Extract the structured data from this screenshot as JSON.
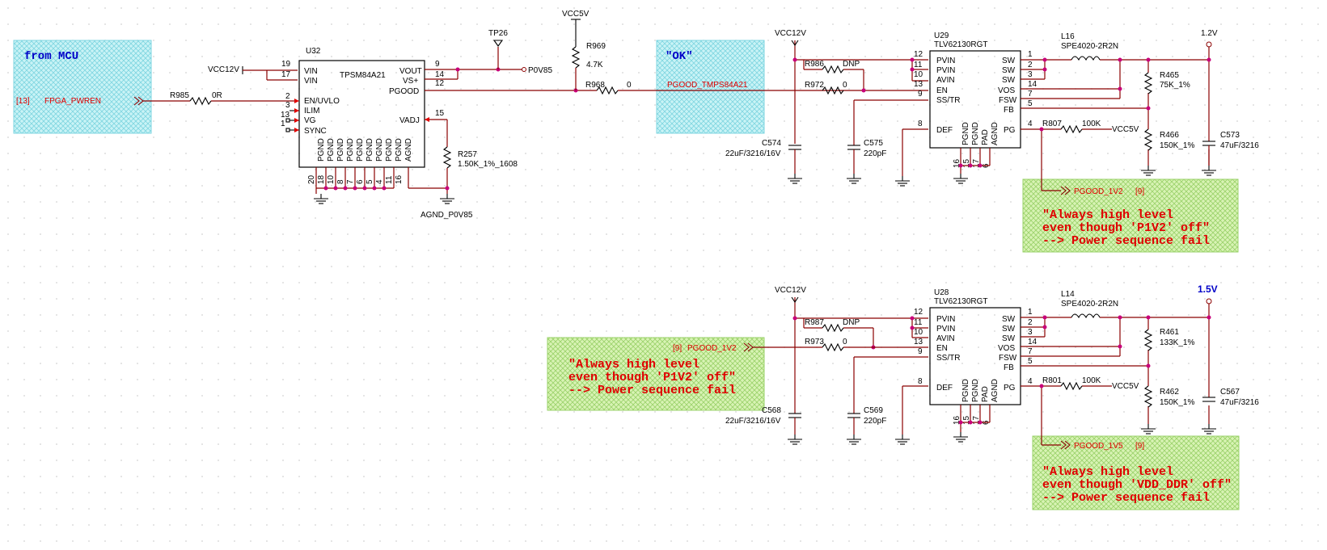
{
  "annotations": {
    "mcu": "from MCU",
    "ok": "\"OK\"",
    "fail_top": [
      "\"Always high level",
      "even though 'P1V2' off\"",
      "--> Power sequence fail"
    ],
    "fail_mid": [
      "\"Always high level",
      "even though 'P1V2' off\"",
      "--> Power sequence fail"
    ],
    "fail_bot": [
      "\"Always high level",
      "even though 'VDD_DDR' off\"",
      "--> Power sequence fail"
    ]
  },
  "nets": {
    "vcc12v": "VCC12V",
    "vcc5v": "VCC5V",
    "p0v85": "P0V85",
    "agnd_p0v85": "AGND_P0V85",
    "fpga_pwren": "FPGA_PWREN",
    "fpga_ref": "[13]",
    "pgood_tmps": "PGOOD_TMPS84A21",
    "pgood_1v2": "PGOOD_1V2",
    "pgood_1v5": "PGOOD_1V5",
    "sheet_ref": "[9]",
    "rail_1v2": "1.2V",
    "rail_1v5": "1.5V",
    "tp26": "TP26"
  },
  "u32": {
    "ref": "U32",
    "part": "TPSM84A21",
    "pins_left": [
      {
        "num": "19",
        "name": "VIN"
      },
      {
        "num": "17",
        "name": "VIN"
      },
      {
        "num": "2",
        "name": "EN/UVLO"
      },
      {
        "num": "3",
        "name": "ILIM"
      },
      {
        "num": "13",
        "name": "VG"
      },
      {
        "num": "1",
        "name": "SYNC"
      }
    ],
    "pins_right": [
      {
        "num": "9",
        "name": "VOUT"
      },
      {
        "num": "14",
        "name": "VS+"
      },
      {
        "num": "12",
        "name": "PGOOD"
      },
      {
        "num": "15",
        "name": "VADJ"
      }
    ],
    "pins_bottom": [
      {
        "num": "20",
        "name": ""
      },
      {
        "num": "18",
        "name": "PGND"
      },
      {
        "num": "10",
        "name": "PGND"
      },
      {
        "num": "8",
        "name": "PGND"
      },
      {
        "num": "7",
        "name": "PGND"
      },
      {
        "num": "6",
        "name": "PGND"
      },
      {
        "num": "5",
        "name": "PGND"
      },
      {
        "num": "4",
        "name": "PGND"
      },
      {
        "num": "11",
        "name": "PGND"
      },
      {
        "num": "16",
        "name": "AGND"
      }
    ]
  },
  "u29": {
    "ref": "U29",
    "part": "TLV62130RGT",
    "pins_left": [
      {
        "num": "12",
        "name": "PVIN"
      },
      {
        "num": "11",
        "name": "PVIN"
      },
      {
        "num": "10",
        "name": "AVIN"
      },
      {
        "num": "13",
        "name": "EN"
      },
      {
        "num": "9",
        "name": "SS/TR"
      },
      {
        "num": "8",
        "name": "DEF"
      }
    ],
    "pins_right": [
      {
        "num": "1",
        "name": "SW"
      },
      {
        "num": "2",
        "name": "SW"
      },
      {
        "num": "3",
        "name": "SW"
      },
      {
        "num": "14",
        "name": "VOS"
      },
      {
        "num": "7",
        "name": "FSW"
      },
      {
        "num": "5",
        "name": "FB"
      },
      {
        "num": "4",
        "name": "PG"
      }
    ],
    "pins_bottom": [
      {
        "num": "16",
        "name": "PGND"
      },
      {
        "num": "15",
        "name": "PGND"
      },
      {
        "num": "17",
        "name": "PAD"
      },
      {
        "num": "6",
        "name": "AGND"
      }
    ]
  },
  "u28": {
    "ref": "U28",
    "part": "TLV62130RGT",
    "pins_left": [
      {
        "num": "12",
        "name": "PVIN"
      },
      {
        "num": "11",
        "name": "PVIN"
      },
      {
        "num": "10",
        "name": "AVIN"
      },
      {
        "num": "13",
        "name": "EN"
      },
      {
        "num": "9",
        "name": "SS/TR"
      },
      {
        "num": "8",
        "name": "DEF"
      }
    ],
    "pins_right": [
      {
        "num": "1",
        "name": "SW"
      },
      {
        "num": "2",
        "name": "SW"
      },
      {
        "num": "3",
        "name": "SW"
      },
      {
        "num": "14",
        "name": "VOS"
      },
      {
        "num": "7",
        "name": "FSW"
      },
      {
        "num": "5",
        "name": "FB"
      },
      {
        "num": "4",
        "name": "PG"
      }
    ],
    "pins_bottom": [
      {
        "num": "16",
        "name": "PGND"
      },
      {
        "num": "15",
        "name": "PGND"
      },
      {
        "num": "17",
        "name": "PAD"
      },
      {
        "num": "6",
        "name": "AGND"
      }
    ]
  },
  "parts": {
    "r985": {
      "ref": "R985",
      "val": "0R"
    },
    "r969": {
      "ref": "R969",
      "val": "4.7K"
    },
    "r968": {
      "ref": "R968",
      "val": "0"
    },
    "r257": {
      "ref": "R257",
      "val": "1.50K_1%_1608"
    },
    "r986": {
      "ref": "R986",
      "val": "DNP"
    },
    "r972": {
      "ref": "R972",
      "val": "0"
    },
    "c574": {
      "ref": "C574",
      "val": "22uF/3216/16V"
    },
    "c575": {
      "ref": "C575",
      "val": "220pF"
    },
    "l16": {
      "ref": "L16",
      "val": "SPE4020-2R2N"
    },
    "r465": {
      "ref": "R465",
      "val": "75K_1%"
    },
    "r466": {
      "ref": "R466",
      "val": "150K_1%"
    },
    "c573": {
      "ref": "C573",
      "val": "47uF/3216"
    },
    "r807": {
      "ref": "R807",
      "val": "100K"
    },
    "r987": {
      "ref": "R987",
      "val": "DNP"
    },
    "r973": {
      "ref": "R973",
      "val": "0"
    },
    "c568": {
      "ref": "C568",
      "val": "22uF/3216/16V"
    },
    "c569": {
      "ref": "C569",
      "val": "220pF"
    },
    "l14": {
      "ref": "L14",
      "val": "SPE4020-2R2N"
    },
    "r461": {
      "ref": "R461",
      "val": "133K_1%"
    },
    "r462": {
      "ref": "R462",
      "val": "150K_1%"
    },
    "c567": {
      "ref": "C567",
      "val": "47uF/3216"
    },
    "r801": {
      "ref": "R801",
      "val": "100K"
    }
  }
}
